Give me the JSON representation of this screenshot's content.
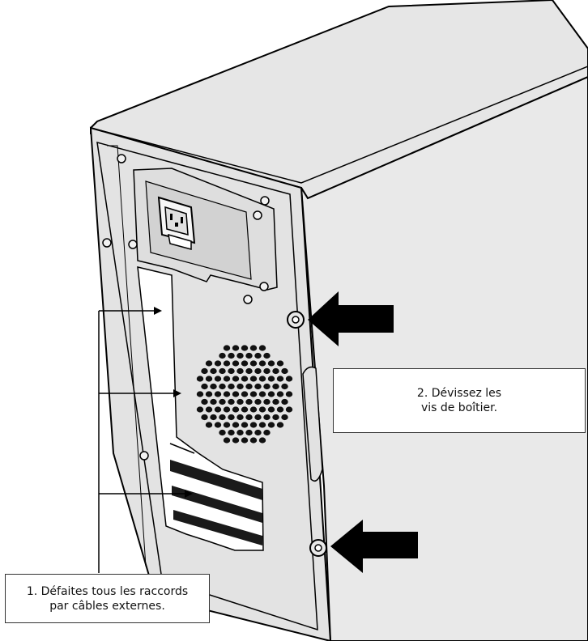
{
  "callouts": {
    "step1": {
      "line1": "1. Défaites tous les raccords",
      "line2": "par câbles externes."
    },
    "step2": {
      "line1": "2. Dévissez les",
      "line2": "vis de boîtier."
    }
  },
  "icons": [
    "screw-icon",
    "power-socket-icon",
    "arrow-right-icon"
  ],
  "colors": {
    "case_fill": "#e3e3e3",
    "side_panel_fill": "#e9e9e9",
    "outline": "#000000",
    "arrow": "#000000"
  }
}
